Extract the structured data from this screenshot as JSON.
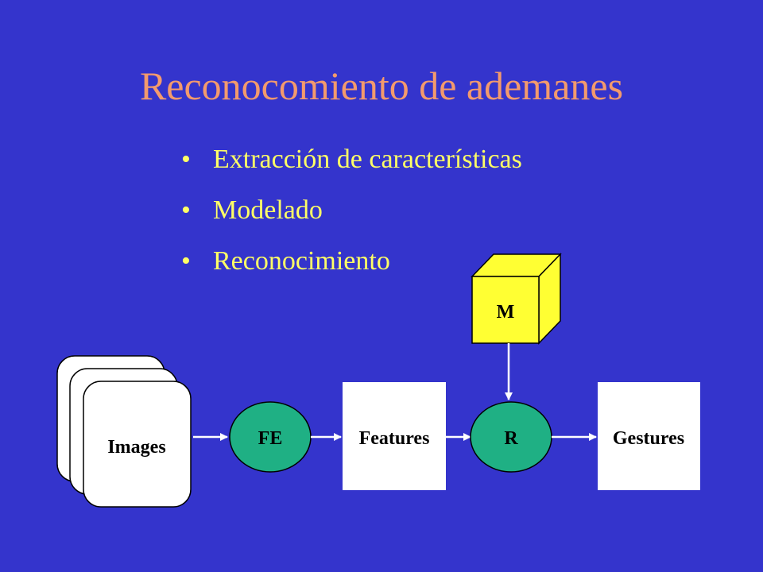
{
  "title": "Reconocomiento de ademanes",
  "bullets": [
    {
      "marker": "•",
      "text": "Extracción de características"
    },
    {
      "marker": "•",
      "text": "Modelado"
    },
    {
      "marker": "•",
      "text": "Reconocimiento"
    }
  ],
  "diagram": {
    "images_label": "Images",
    "fe_label": "FE",
    "features_label": "Features",
    "r_label": "R",
    "gestures_label": "Gestures",
    "m_label": "M",
    "colors": {
      "background": "#3434cc",
      "title": "#f39a6d",
      "bullets": "#ffff66",
      "process_node": "#1fb084",
      "model_cube": "#ffff33",
      "box": "#ffffff"
    }
  }
}
